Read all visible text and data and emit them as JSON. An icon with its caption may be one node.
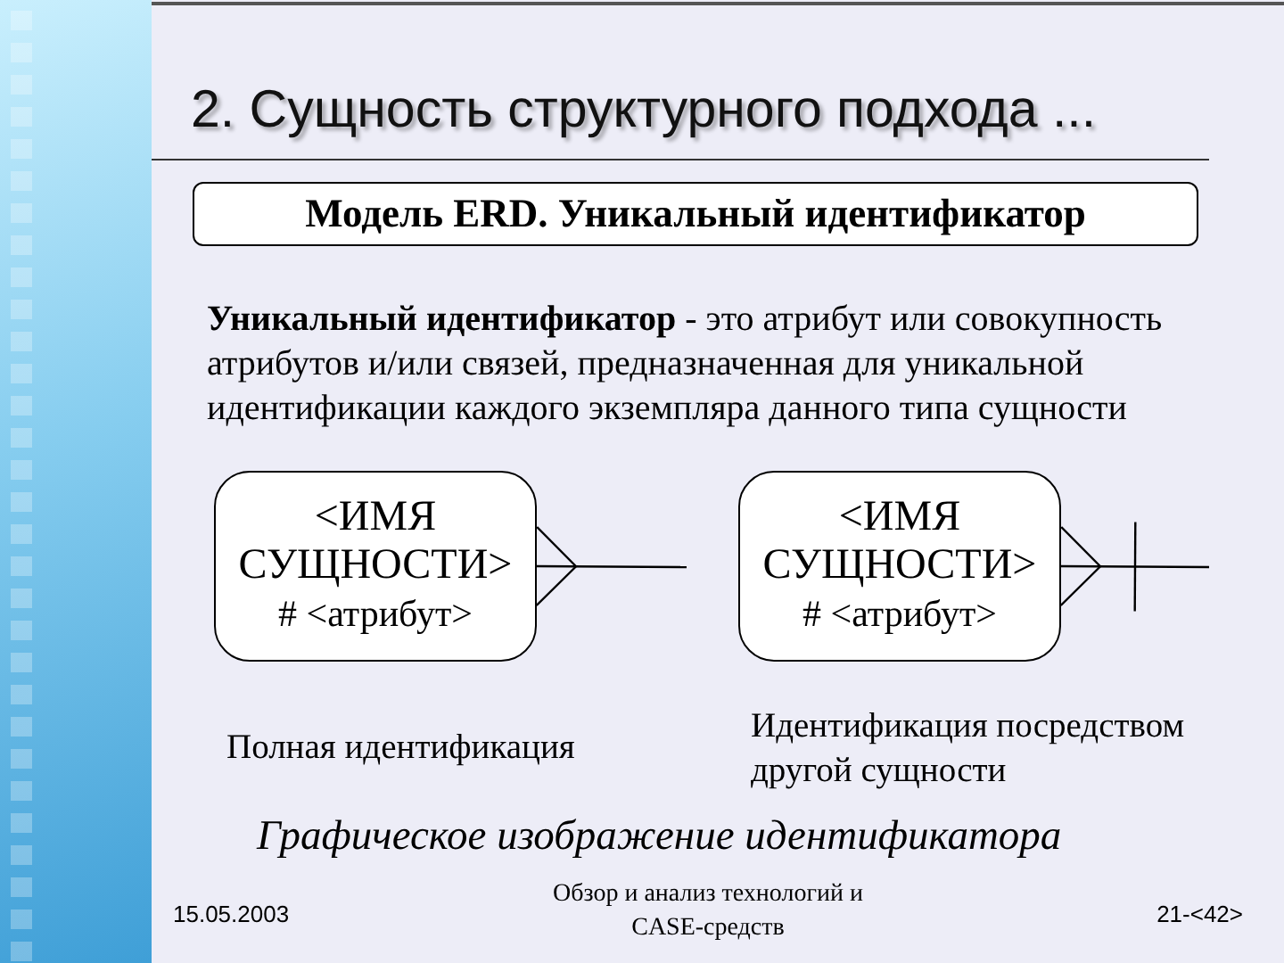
{
  "diagram": {
    "title": "2. Сущность структурного подхода ...",
    "caption": "Графическое изображение идентификатора",
    "nodes": [
      {
        "text": [
          "Модель ERD. Уникальный идентификатор"
        ]
      },
      {
        "text": [
          "<ИМЯ СУЩНОСТИ>",
          "# <атрибут>"
        ],
        "beside": [
          "Полная идентификация"
        ]
      },
      {
        "text": [
          "<ИМЯ СУЩНОСТИ>",
          "# <атрибут>"
        ],
        "beside": [
          "Идентификация посредством другой сущности"
        ]
      }
    ],
    "edges": [
      {
        "from": 1,
        "to": null,
        "arrow": "other"
      },
      {
        "from": 2,
        "to": null,
        "arrow": "other"
      }
    ],
    "labels": [
      "**Уникальный идентификатор** - это атрибут или совокупность атрибутов и/или связей, предназначенная для уникальной идентификации каждого экземпляра данного типа сущности",
      "15.05.2003",
      "Обзор и анализ технологий и CASE-средств",
      "21-<42>"
    ]
  }
}
